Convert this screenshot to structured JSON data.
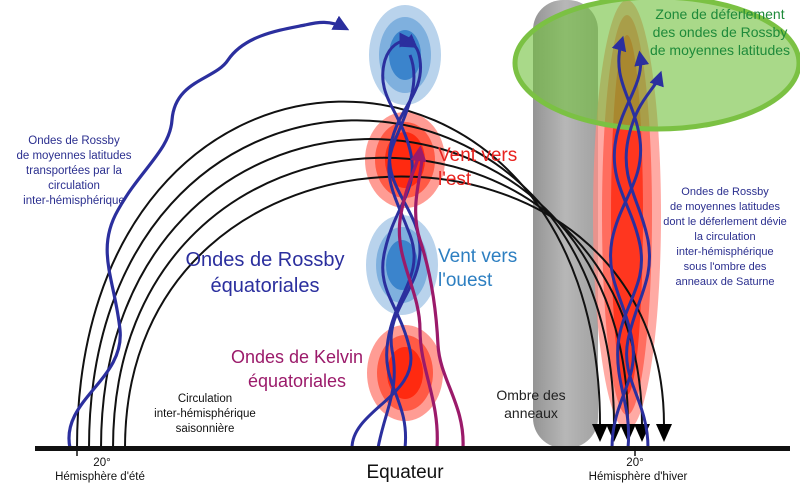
{
  "labels": {
    "rossby_transport": [
      "Ondes de Rossby",
      "de moyennes latitudes",
      "transportées par la",
      "circulation",
      "inter-hémisphérique"
    ],
    "rossby_deflect": [
      "Ondes de Rossby",
      "de moyennes latitudes",
      "dont le déferlement dévie",
      "la circulation",
      "inter-hémisphérique",
      "sous l'ombre des",
      "anneaux de Saturne"
    ],
    "breaking_zone": [
      "Zone de déferlement",
      "des ondes de Rossby",
      "de moyennes latitudes"
    ],
    "east_wind": [
      "Vent vers",
      "l'est"
    ],
    "west_wind": [
      "Vent vers",
      "l'ouest"
    ],
    "rossby_eq": [
      "Ondes de Rossby",
      "équatoriales"
    ],
    "kelvin_eq": [
      "Ondes de Kelvin",
      "équatoriales"
    ],
    "ring_shadow": [
      "Ombre des",
      "anneaux"
    ],
    "circulation": [
      "Circulation",
      "inter-hémisphérique",
      "saisonnière"
    ]
  },
  "axis": {
    "left_deg": "20°",
    "left_name": "Hémisphère d'été",
    "center": "Equateur",
    "right_deg": "20°",
    "right_name": "Hémisphère d'hiver"
  },
  "colors": {
    "rossby_wave": "#2b2f9e",
    "kelvin_wave": "#9b1a6a",
    "east_wind": "#e8231f",
    "west_wind": "#2d7fc1",
    "zone_fill": "#6fbf3a",
    "shadow": "#9a9a9a"
  }
}
